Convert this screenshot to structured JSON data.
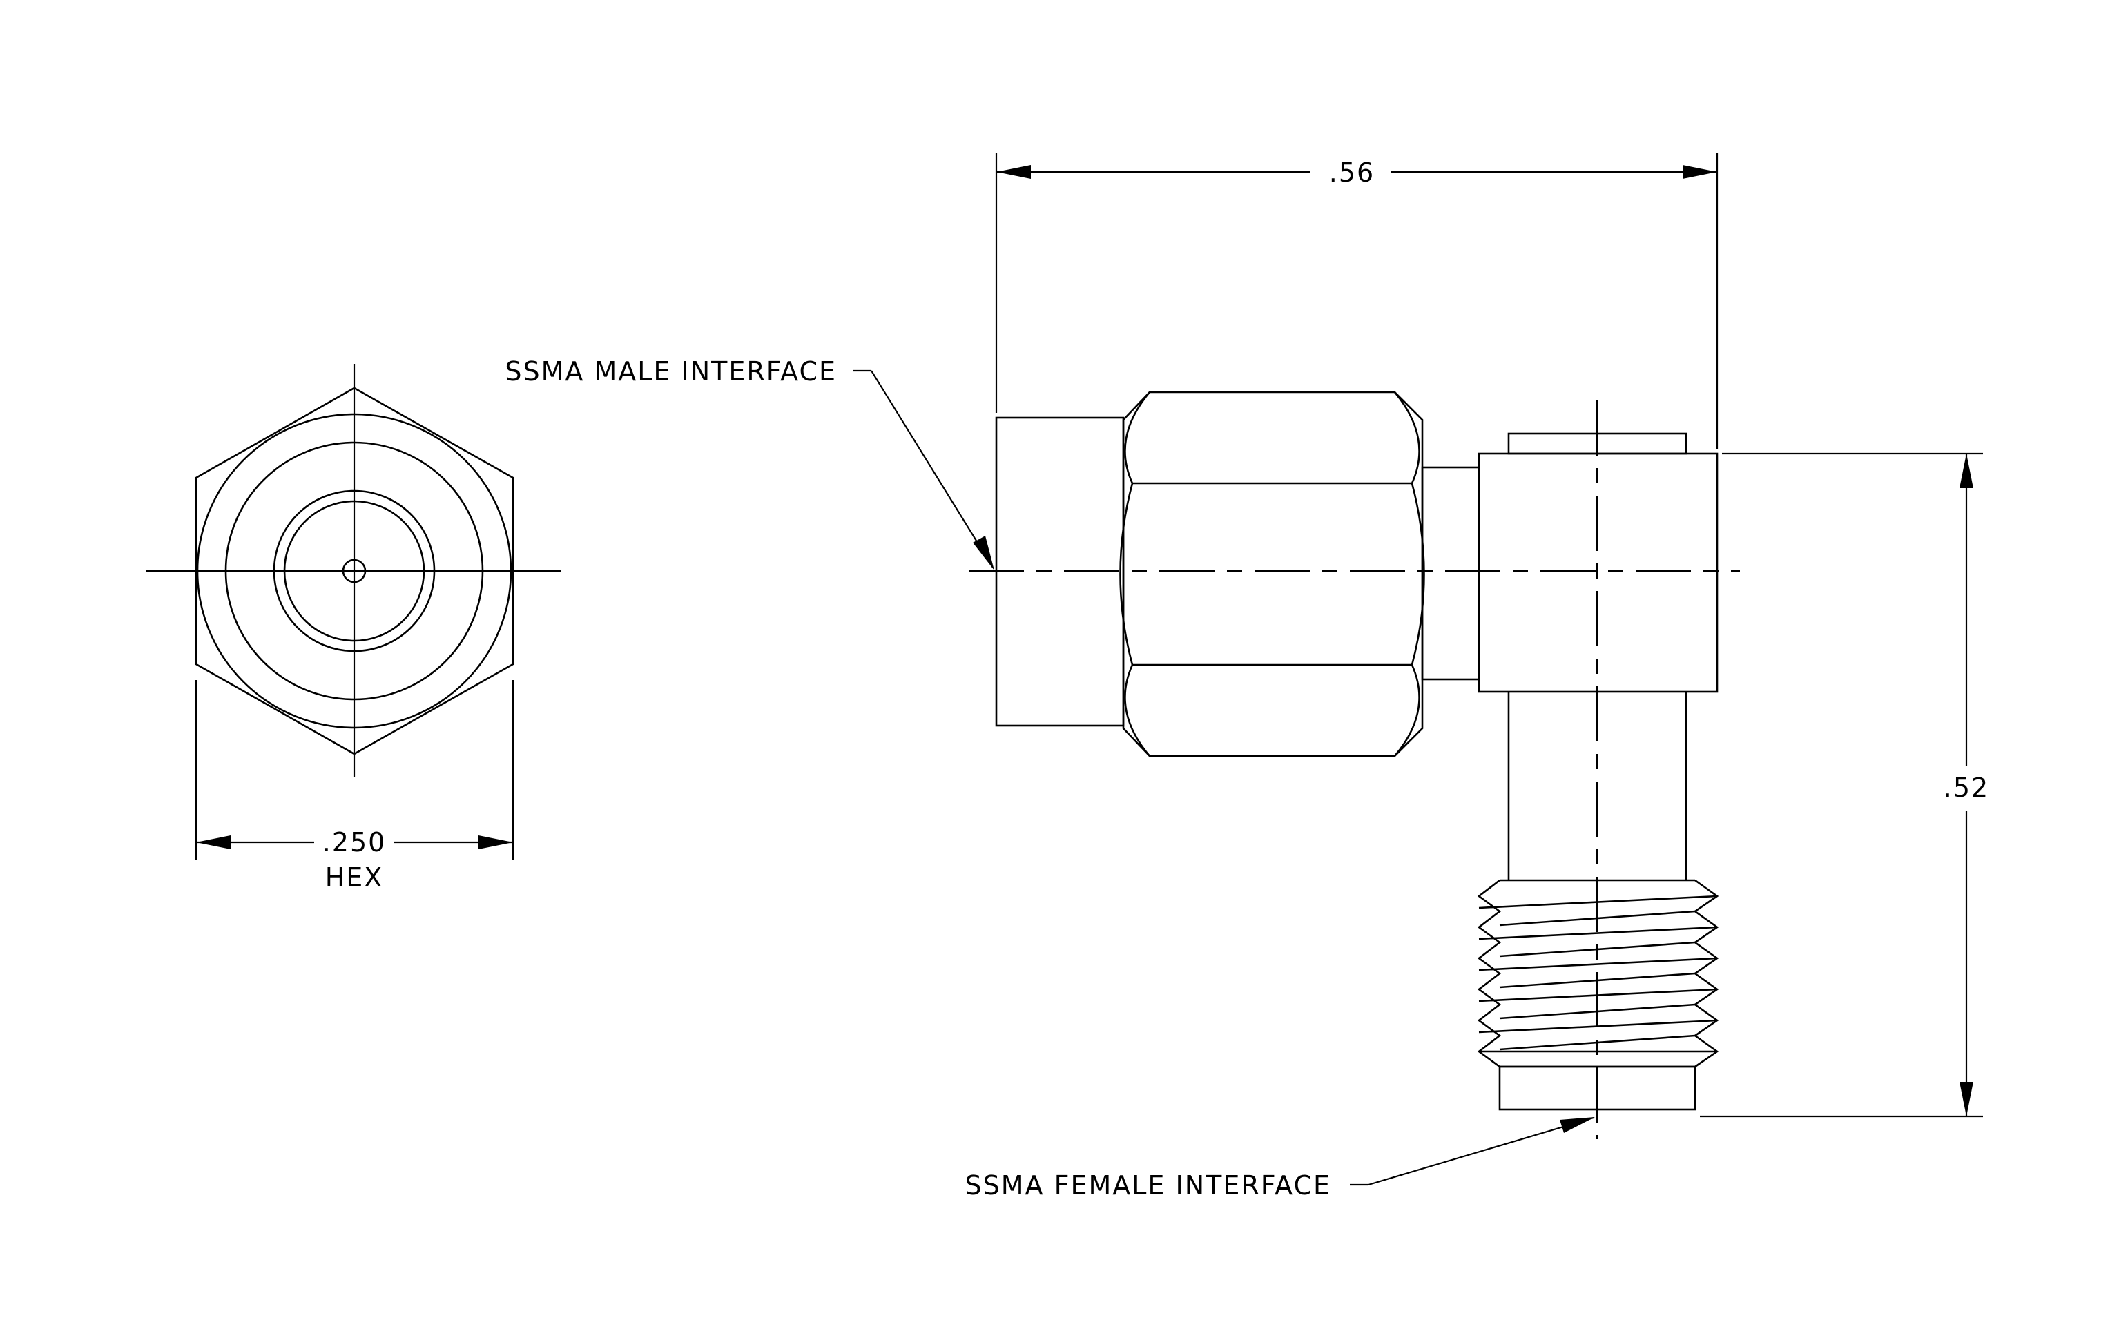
{
  "labels": {
    "male_interface": "SSMA MALE INTERFACE",
    "female_interface": "SSMA FEMALE INTERFACE"
  },
  "dimensions": {
    "width": ".56",
    "height": ".52",
    "hex": ".250",
    "hex_unit": "HEX"
  },
  "colors": {
    "line": "#000000",
    "background": "#ffffff"
  }
}
